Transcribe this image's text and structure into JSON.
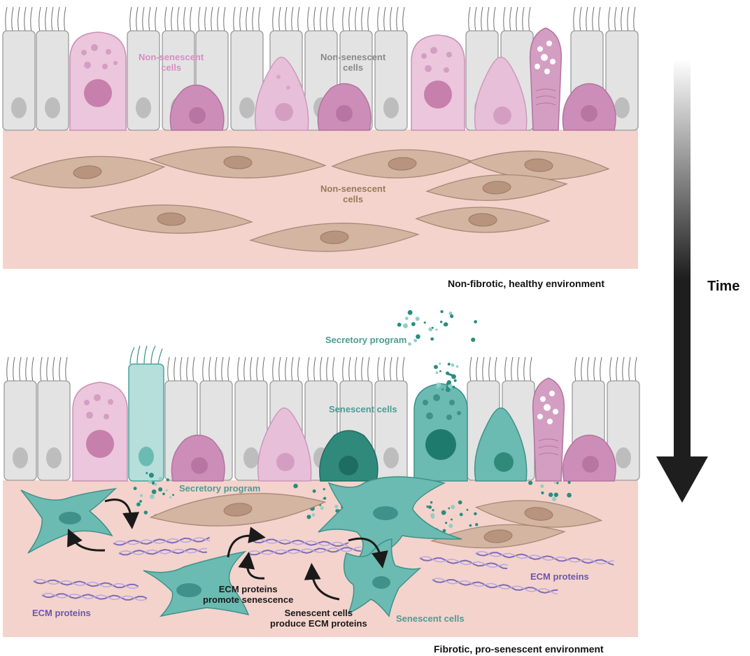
{
  "top_panel": {
    "labels": {
      "epithelial_pink": [
        "Non-senescent",
        "cells"
      ],
      "epithelial_grey": [
        "Non-senescent",
        "cells"
      ],
      "fibroblast": [
        "Non-senescent",
        "cells"
      ]
    },
    "caption": "Non-fibrotic, healthy environment"
  },
  "bottom_panel": {
    "labels": {
      "secretory_top": "Secretory program",
      "secretory_mid": "Secretory program",
      "senescent_top": "Senescent cells",
      "senescent_bottom": "Senescent cells",
      "ecm_left": "ECM proteins",
      "ecm_right": "ECM proteins",
      "ecm_promote": [
        "ECM proteins",
        "promote senescence"
      ],
      "senescent_produce": [
        "Senescent cells",
        "produce ECM proteins"
      ]
    },
    "caption": "Fibrotic, pro-senescent environment"
  },
  "time_axis": {
    "label": "Time"
  },
  "colors": {
    "stroma": "#f4d3cd",
    "grey_cell": "#e3e3e3",
    "pink_goblet": "#ecc6dc",
    "magenta_basal": "#cc8eb8",
    "light_pink": "#e8bfd8",
    "fibroblast": "#d3b5a2",
    "teal": "#6bbbb2",
    "dark_teal": "#2f8a7c",
    "ecm": "#7e6cb6",
    "arrow": "#1a1a1a"
  }
}
